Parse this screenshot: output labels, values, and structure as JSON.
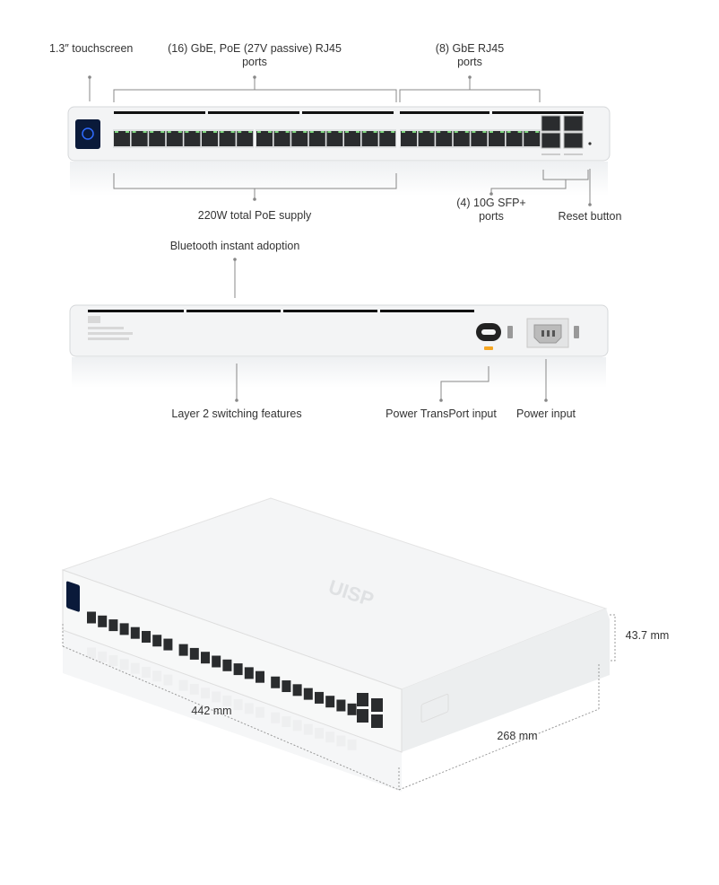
{
  "front_panel": {
    "touchscreen_label": "1.3″ touchscreen",
    "poe_ports_label_line1": "(16) GbE, PoE (27V passive) RJ45",
    "poe_ports_label_line2": "ports",
    "gbe_ports_label_line1": "(8) GbE RJ45",
    "gbe_ports_label_line2": "ports",
    "poe_supply_label": "220W total PoE supply",
    "sfp_label_line1": "(4) 10G SFP+",
    "sfp_label_line2": "ports",
    "reset_label": "Reset button"
  },
  "rear_panel": {
    "bluetooth_label": "Bluetooth instant adoption",
    "layer2_label": "Layer 2 switching features",
    "transport_label": "Power TransPort input",
    "power_label": "Power input"
  },
  "perspective_view": {
    "logo": "UISP",
    "width_label": "442 mm",
    "depth_label": "268 mm",
    "height_label": "43.7 mm"
  },
  "colors": {
    "accent_led": "#7ed67e",
    "screen": "#0a1a3a",
    "screen_accent": "#2f6bff",
    "transport_tag": "#f5a623"
  }
}
